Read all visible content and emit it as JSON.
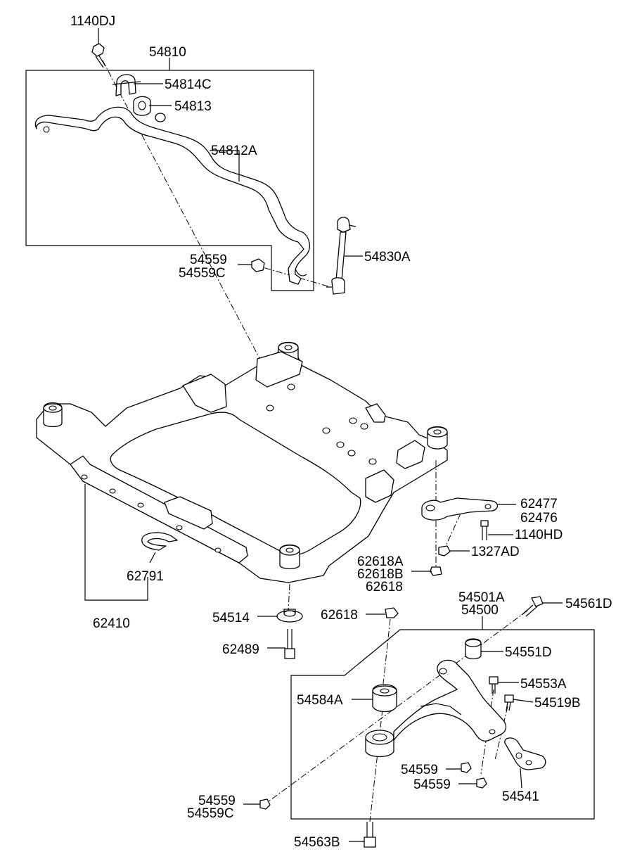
{
  "labels": {
    "1140DJ": "1140DJ",
    "54810": "54810",
    "54814C": "54814C",
    "54813": "54813",
    "54812A": "54812A",
    "54559_top": "54559",
    "54559C_top": "54559C",
    "54830A": "54830A",
    "62477": "62477",
    "62476": "62476",
    "1140HD": "1140HD",
    "1327AD": "1327AD",
    "62618A": "62618A",
    "62618B": "62618B",
    "62618_a": "62618",
    "62791": "62791",
    "62410": "62410",
    "54514": "54514",
    "62489": "62489",
    "62618_b": "62618",
    "54501A": "54501A",
    "54500": "54500",
    "54561D": "54561D",
    "54551D": "54551D",
    "54553A": "54553A",
    "54519B": "54519B",
    "54584A": "54584A",
    "54559_mid1": "54559",
    "54559_mid2": "54559",
    "54541": "54541",
    "54559_bot": "54559",
    "54559C_bot": "54559C",
    "54563B": "54563B"
  }
}
